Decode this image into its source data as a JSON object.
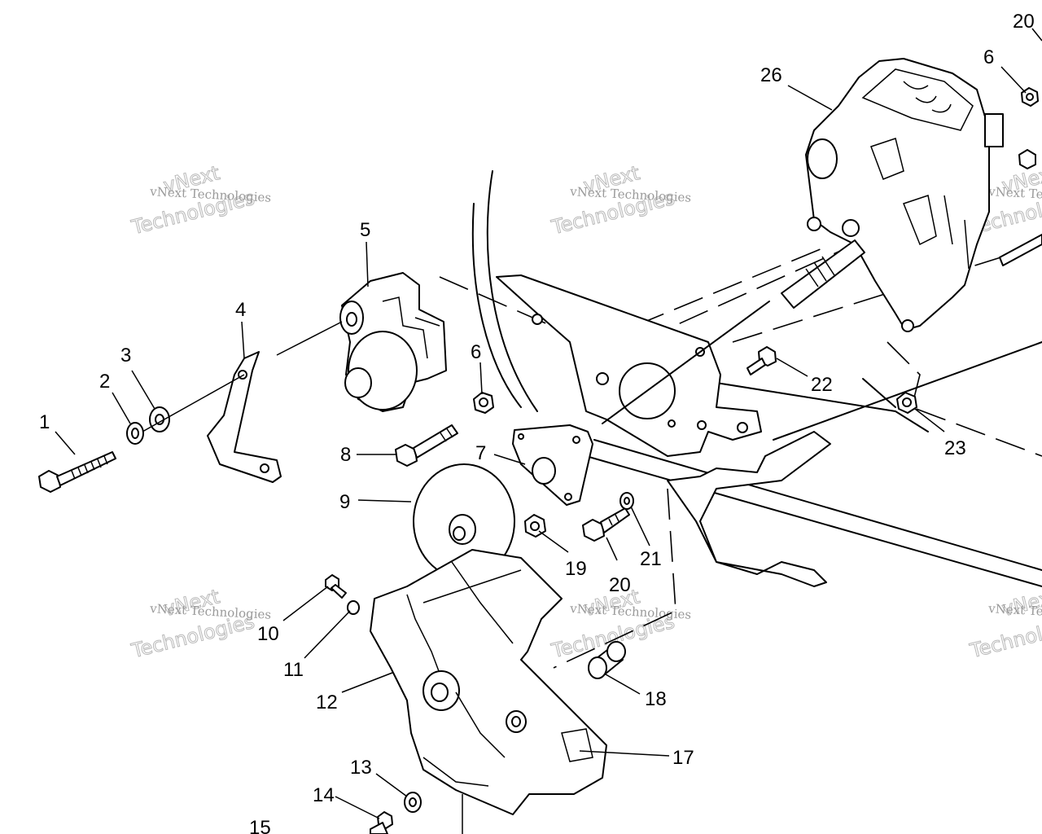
{
  "callouts": [
    {
      "id": "1",
      "text": "1"
    },
    {
      "id": "2",
      "text": "2"
    },
    {
      "id": "3",
      "text": "3"
    },
    {
      "id": "4",
      "text": "4"
    },
    {
      "id": "5",
      "text": "5"
    },
    {
      "id": "6a",
      "text": "6"
    },
    {
      "id": "6b",
      "text": "6"
    },
    {
      "id": "7",
      "text": "7"
    },
    {
      "id": "8",
      "text": "8"
    },
    {
      "id": "9",
      "text": "9"
    },
    {
      "id": "10",
      "text": "10"
    },
    {
      "id": "11",
      "text": "11"
    },
    {
      "id": "12",
      "text": "12"
    },
    {
      "id": "13",
      "text": "13"
    },
    {
      "id": "14",
      "text": "14"
    },
    {
      "id": "15",
      "text": "15"
    },
    {
      "id": "17",
      "text": "17"
    },
    {
      "id": "18",
      "text": "18"
    },
    {
      "id": "19",
      "text": "19"
    },
    {
      "id": "20a",
      "text": "20"
    },
    {
      "id": "20b",
      "text": "20"
    },
    {
      "id": "21",
      "text": "21"
    },
    {
      "id": "22",
      "text": "22"
    },
    {
      "id": "23",
      "text": "23"
    },
    {
      "id": "26",
      "text": "26"
    }
  ],
  "watermark": {
    "line_small": "vNext Technologies",
    "line_big": "Technologies",
    "line_top": "vNext"
  }
}
